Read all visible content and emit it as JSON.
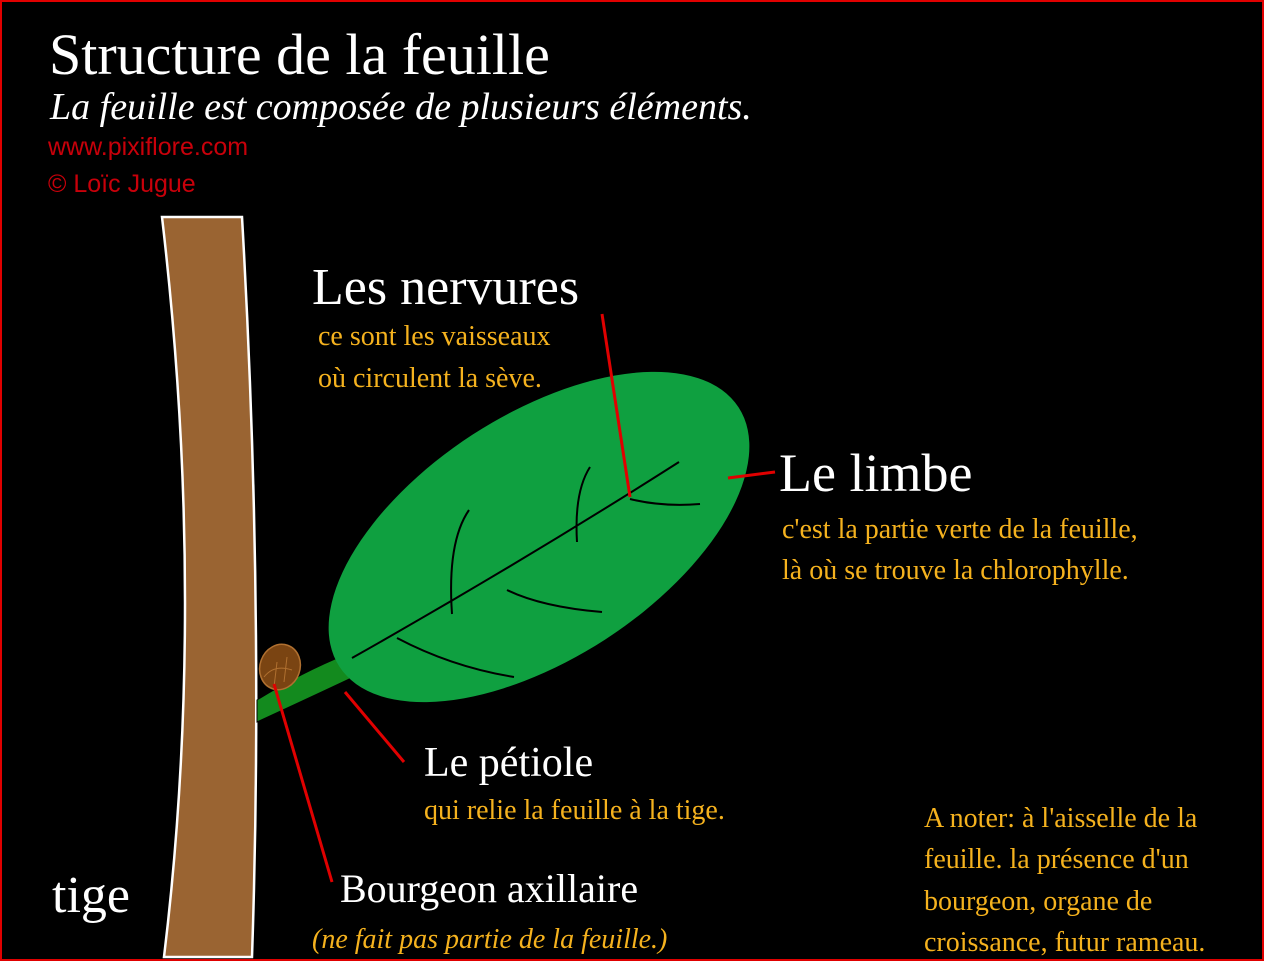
{
  "title": "Structure de la feuille",
  "subtitle": "La feuille est composée de plusieurs éléments.",
  "website": "www.pixiflore.com",
  "copyright": "© Loïc Jugue",
  "labels": {
    "nervures": {
      "title": "Les nervures",
      "line1": "ce sont les vaisseaux",
      "line2": "où circulent la sève."
    },
    "limbe": {
      "title": "Le limbe",
      "line1": "c'est la partie verte de la feuille,",
      "line2": "là où se trouve la chlorophylle."
    },
    "petiole": {
      "title": "Le pétiole",
      "line1": "qui relie la feuille à la tige."
    },
    "bourgeon": {
      "title": "Bourgeon axillaire",
      "line1": "(ne fait pas partie de la feuille.)"
    },
    "tige": "tige"
  },
  "note": {
    "line1": "A noter: à l'aisselle de la",
    "line2": "feuille. la présence d'un",
    "line3": "bourgeon, organe de",
    "line4": "croissance, futur rameau."
  },
  "colors": {
    "leaf": "#0fa040",
    "petiole": "#138a1e",
    "stem": "#9a6432",
    "bud": "#7a4412",
    "pointer": "#e00000",
    "caption": "#f5b21e",
    "credit": "#c8000a"
  }
}
